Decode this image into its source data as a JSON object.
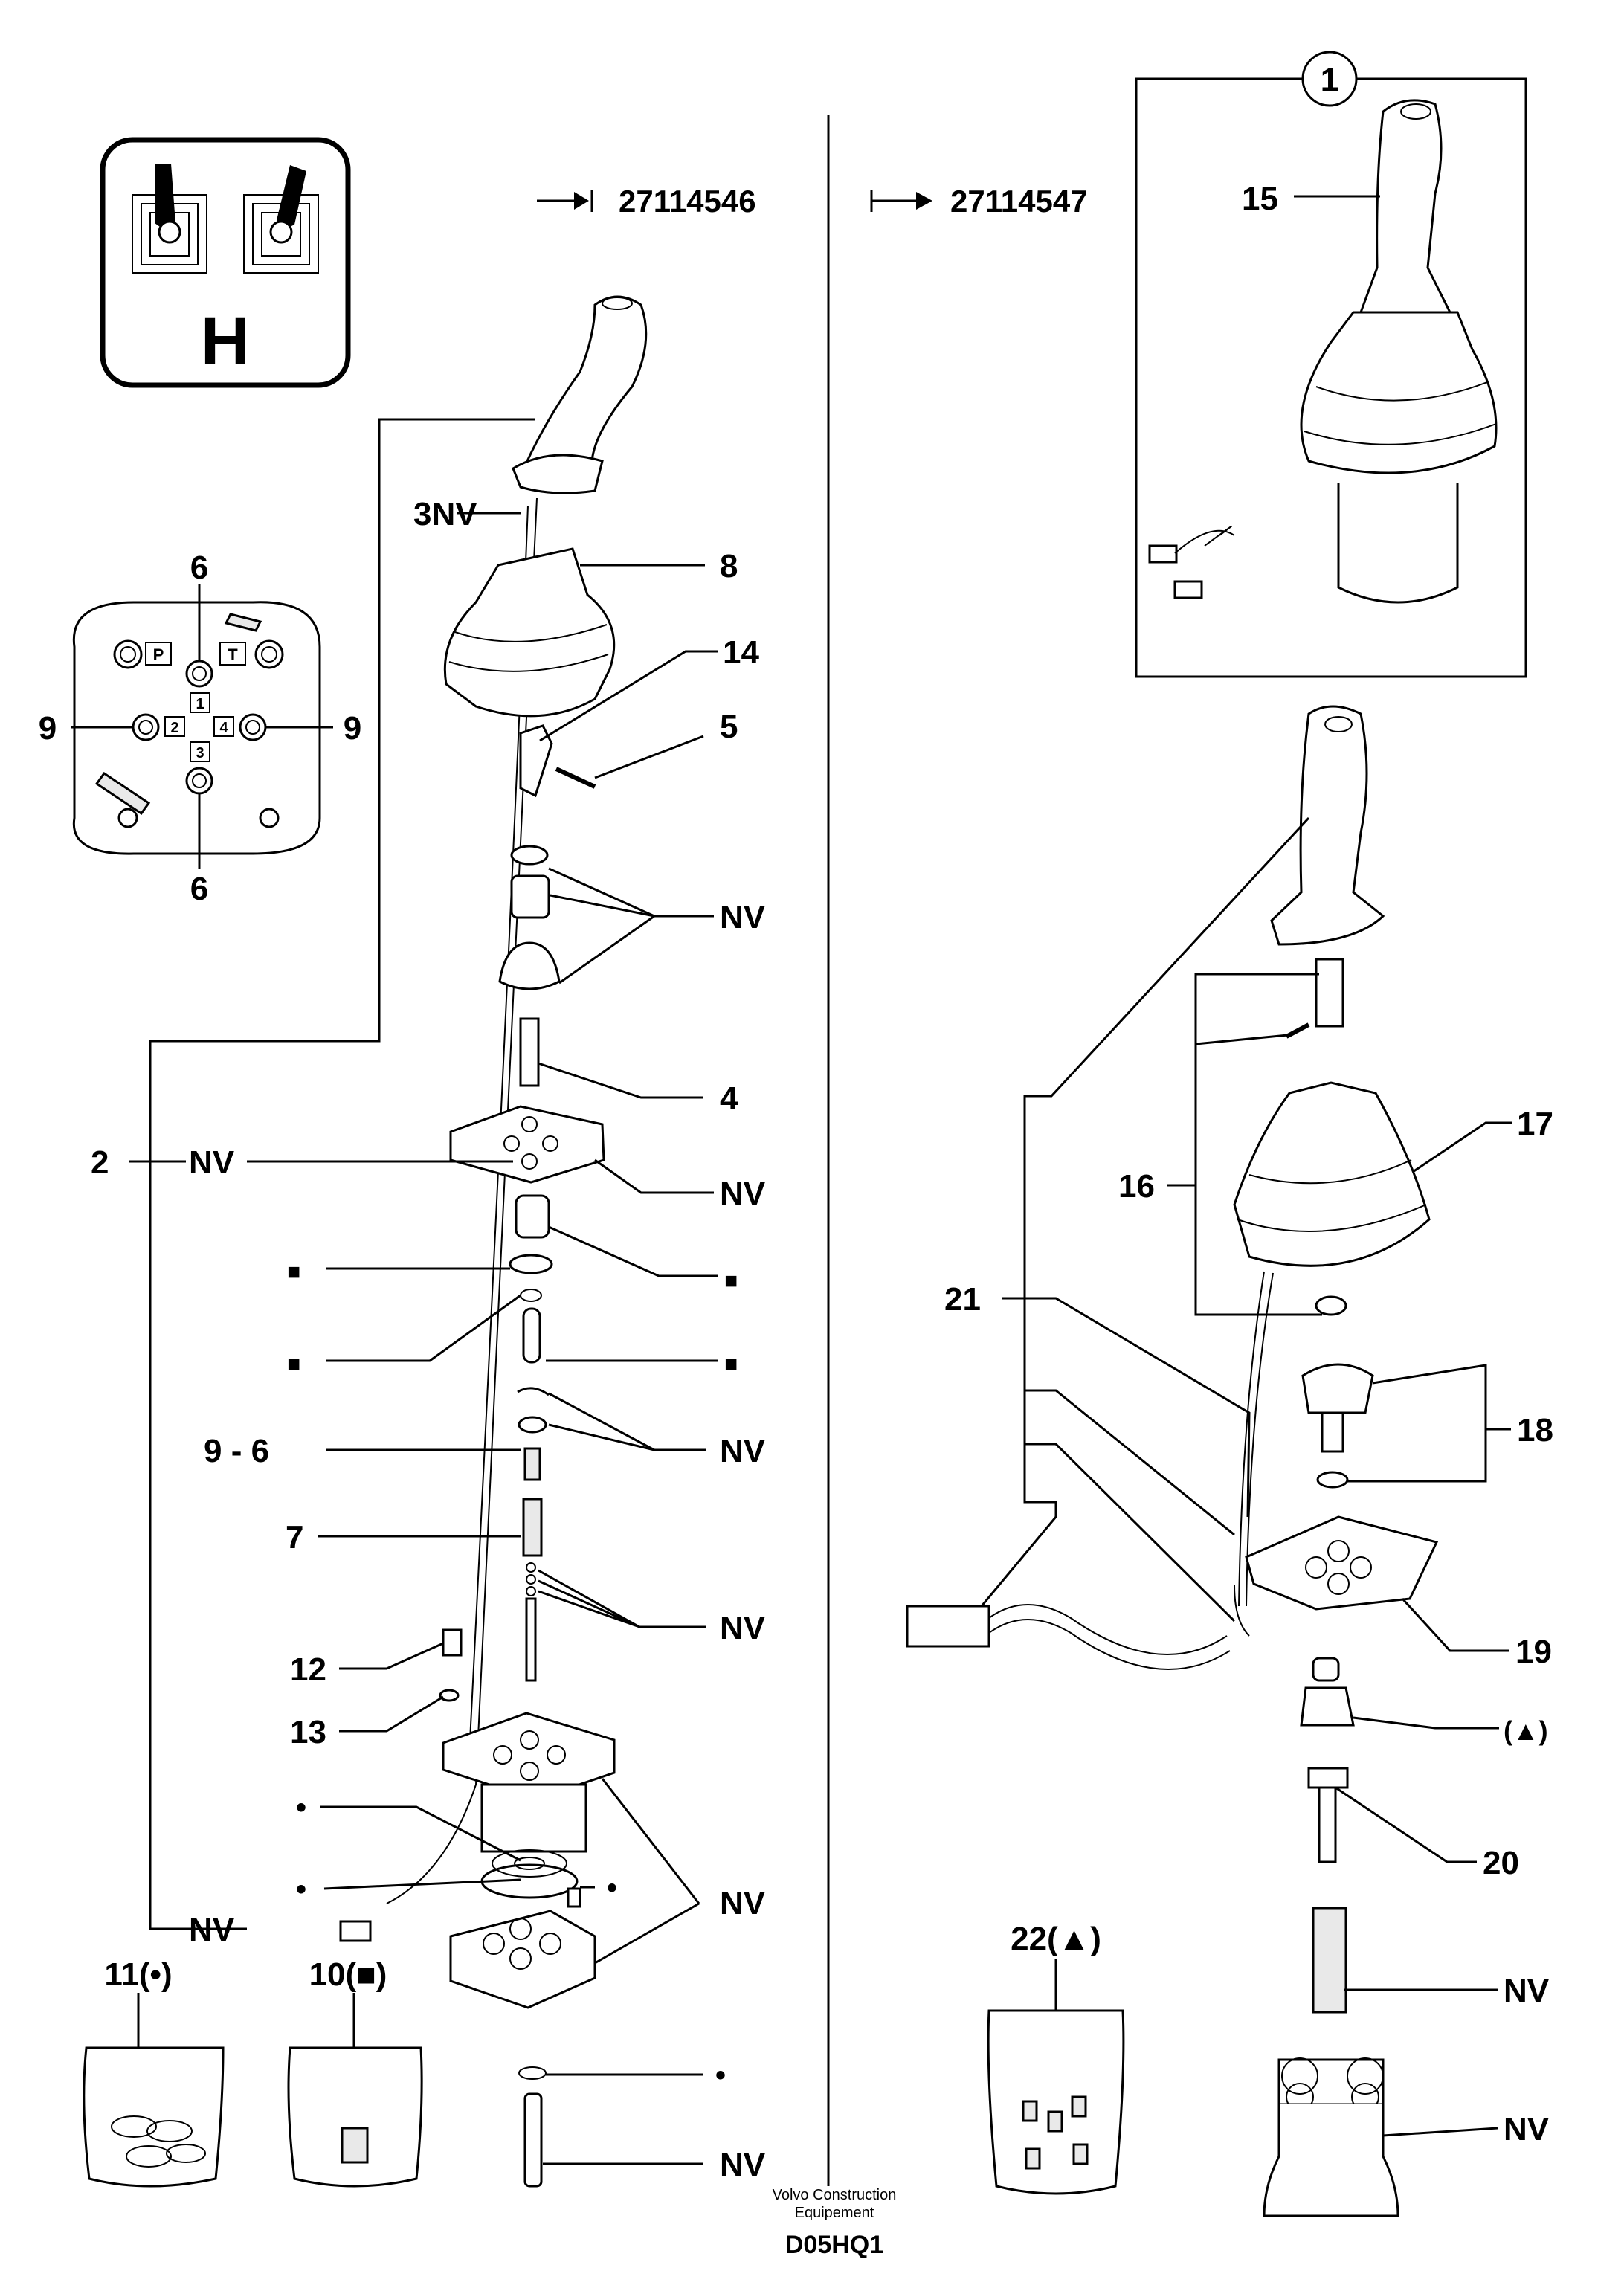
{
  "symbol": {
    "letter": "H"
  },
  "serials": {
    "left": "27114546",
    "right": "27114547"
  },
  "plate": {
    "label_P": "P",
    "label_T": "T",
    "port1": "1",
    "port2": "2",
    "port3": "3",
    "port4": "4",
    "callout_top": "6",
    "callout_bottom": "6",
    "callout_left": "9",
    "callout_right": "9"
  },
  "left_callouts": {
    "c3nv": "3NV",
    "c8": "8",
    "c14": "14",
    "c5": "5",
    "nv_seal": "NV",
    "c4": "4",
    "c2": "2",
    "nv_plate_left": "NV",
    "nv_plate_right": "NV",
    "sq_left1": "■",
    "sq_right1": "■",
    "sq_left2": "■",
    "sq_right2": "■",
    "c9_6": "9 - 6",
    "nv_clip": "NV",
    "c7": "7",
    "nv_pins": "NV",
    "c12": "12",
    "c13": "13",
    "dot_left1": "•",
    "dot_left2": "•",
    "dot_right": "•",
    "nv_body": "NV",
    "nv_cable": "NV",
    "dot_oring": "•",
    "nv_bolt": "NV"
  },
  "right_callouts": {
    "c1": "1",
    "c15": "15",
    "c16": "16",
    "c17": "17",
    "c21": "21",
    "c18": "18",
    "c19": "19",
    "tri": "(▲)",
    "c20": "20",
    "nv_spring": "NV",
    "nv_housing": "NV",
    "c22": "22(▲)"
  },
  "kits": {
    "k11": "11(•)",
    "k10": "10(■)"
  },
  "footer": {
    "line1": "Volvo Construction",
    "line2": "Equipement",
    "code": "D05HQ1"
  }
}
